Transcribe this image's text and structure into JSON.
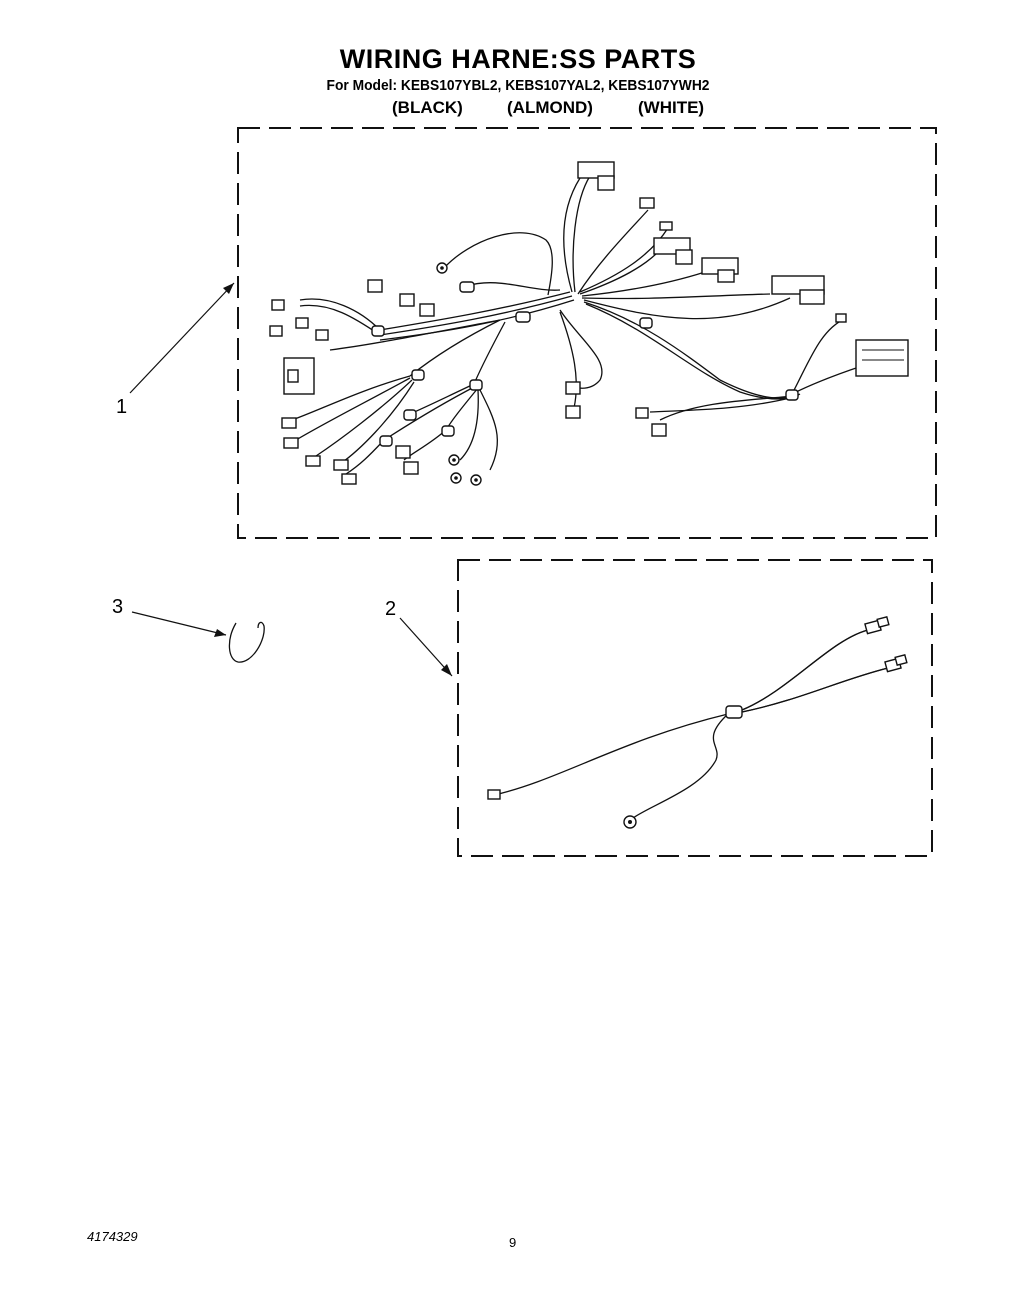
{
  "header": {
    "title": "WIRING HARNE:SS PARTS",
    "model_line": "For Model: KEBS107YBL2, KEBS107YAL2, KEBS107YWH2",
    "variants": [
      "(BLACK)",
      "(ALMOND)",
      "(WHITE)"
    ]
  },
  "callouts": [
    {
      "number": "1"
    },
    {
      "number": "2"
    },
    {
      "number": "3"
    }
  ],
  "footer": {
    "doc_number": "4174329",
    "page_number": "9"
  }
}
